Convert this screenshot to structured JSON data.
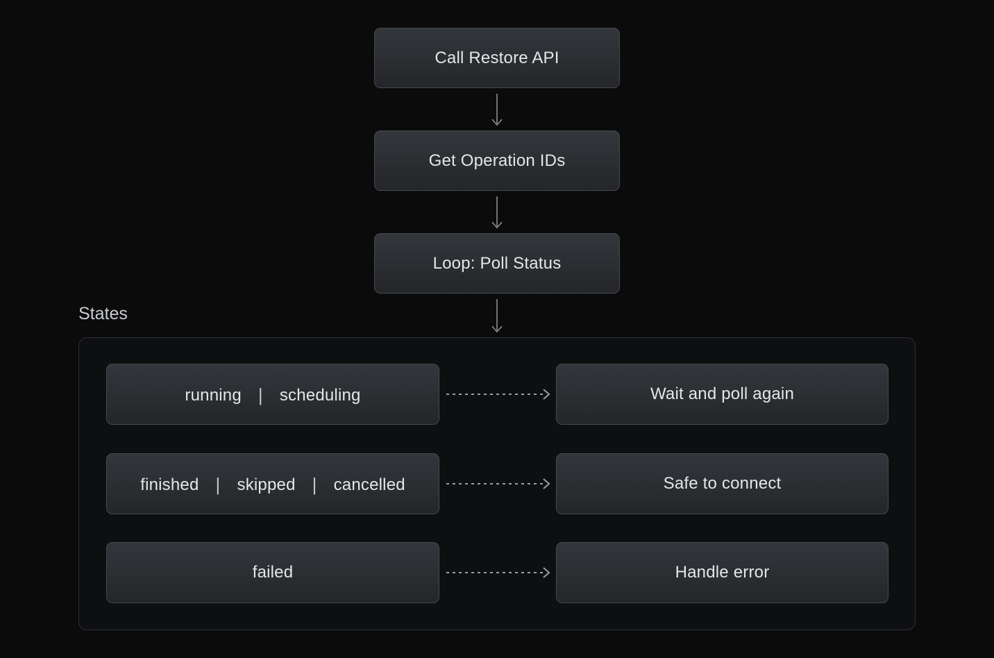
{
  "page": {
    "background": "#0b0b0c"
  },
  "flow": {
    "nodes": [
      {
        "id": "call-restore-api",
        "label": "Call Restore API"
      },
      {
        "id": "get-operation-ids",
        "label": "Get Operation IDs"
      },
      {
        "id": "loop-poll-status",
        "label": "Loop: Poll Status"
      }
    ]
  },
  "states": {
    "title": "States",
    "separator": "|",
    "rows": [
      {
        "states": [
          "running",
          "scheduling"
        ],
        "outcome": "Wait and poll again"
      },
      {
        "states": [
          "finished",
          "skipped",
          "cancelled"
        ],
        "outcome": "Safe to connect"
      },
      {
        "states": [
          "failed"
        ],
        "outcome": "Handle error"
      }
    ]
  },
  "colors": {
    "node_background_top": "#33363b",
    "node_background_bottom": "#242629",
    "node_border": "#46494e",
    "node_text": "#e4e6e8",
    "states_title_text": "#c9ccd0",
    "container_border": "#2c2f33",
    "solid_arrow": "#8b8e93",
    "dashed_arrow": "#9b9ea3"
  }
}
